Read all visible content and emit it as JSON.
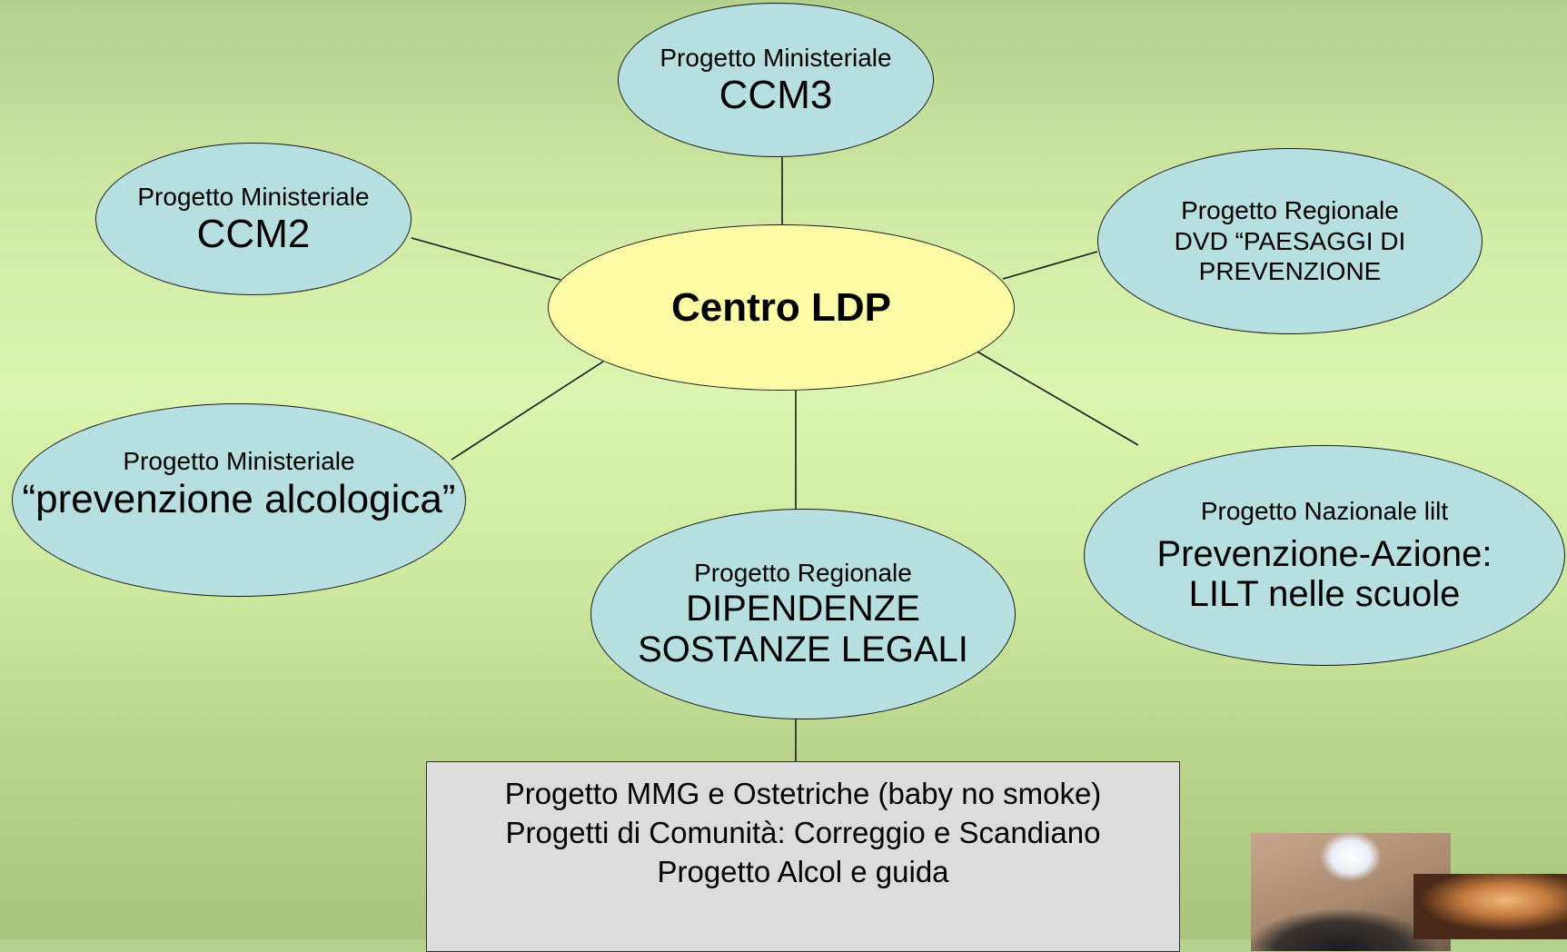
{
  "center": {
    "label": "Centro LDP"
  },
  "nodes": {
    "ccm3": {
      "sub": "Progetto Ministeriale",
      "main": "CCM3"
    },
    "ccm2": {
      "sub": "Progetto Ministeriale",
      "main": "CCM2"
    },
    "dvd": {
      "line1": "Progetto Regionale",
      "line2": "DVD “PAESAGGI DI",
      "line3": "PREVENZIONE"
    },
    "alcol": {
      "sub": "Progetto Ministeriale",
      "main": "“prevenzione alcologica”"
    },
    "dipendenze": {
      "sub": "Progetto Regionale",
      "main1": "DIPENDENZE",
      "main2": "SOSTANZE LEGALI"
    },
    "lilt": {
      "sub": "Progetto Nazionale lilt",
      "main1": "Prevenzione-Azione:",
      "main2": "LILT nelle scuole"
    }
  },
  "box": {
    "lines": [
      "Progetto MMG e Ostetriche (baby no smoke)",
      "Progetti di Comunità: Correggio e Scandiano",
      "Progetto Alcol e guida"
    ]
  },
  "colors": {
    "ellipse_fill": "#b8dfe0",
    "center_fill": "#fbfba6",
    "box_fill": "#dcdcdc",
    "line": "#1a1a1a"
  }
}
